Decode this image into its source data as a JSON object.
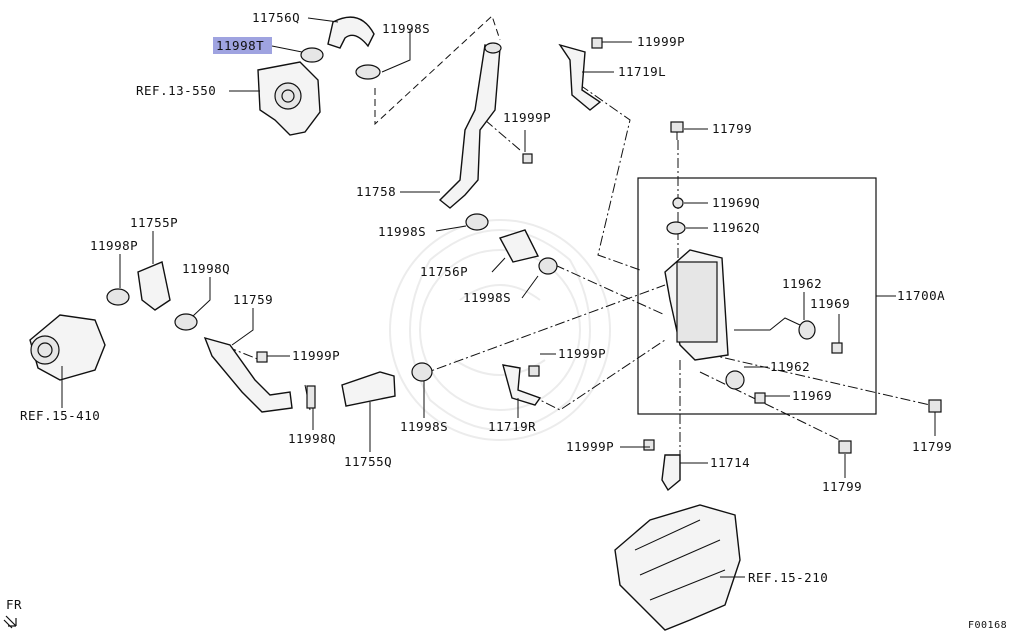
{
  "diagram": {
    "labels": {
      "p11756Q": "11756Q",
      "p11998T": "11998T",
      "p11998S_a": "11998S",
      "ref13_550": "REF.13-550",
      "p11999P_a": "11999P",
      "p11719L": "11719L",
      "p11999P_b": "11999P",
      "p11799_a": "11799",
      "p11758": "11758",
      "p11969Q": "11969Q",
      "p11998S_b": "11998S",
      "p11962Q": "11962Q",
      "p11755P": "11755P",
      "p11998P": "11998P",
      "p11756P": "11756P",
      "p11998Q_a": "11998Q",
      "p11962_a": "11962",
      "p11969_a": "11969",
      "p11700A": "11700A",
      "p11998S_c": "11998S",
      "p11759": "11759",
      "p11999P_c": "11999P",
      "p11999P_d": "11999P",
      "p11962_b": "11962",
      "ref15_410": "REF.15-410",
      "p11969_b": "11969",
      "p11998Q_b": "11998Q",
      "p11998S_d": "11998S",
      "p11719R": "11719R",
      "p11799_b": "11799",
      "p11999P_e": "11999P",
      "p11714": "11714",
      "p11755Q": "11755Q",
      "p11799_c": "11799",
      "ref15_210": "REF.15-210",
      "fr": "FR",
      "code": "F00168"
    },
    "highlight_color": "#9fa3e0"
  }
}
